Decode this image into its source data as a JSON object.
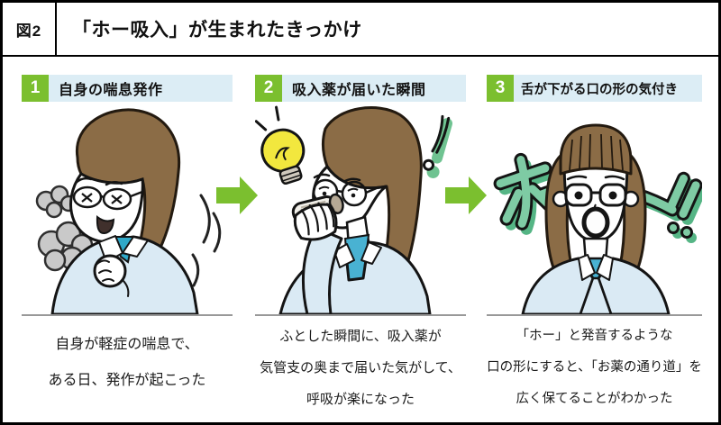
{
  "figure": {
    "label": "図2",
    "title": "「ホー吸入」が生まれたきっかけ"
  },
  "panels": [
    {
      "number": "1",
      "heading": "自身の喘息発作",
      "caption_lines": [
        "自身が軽症の喘息で、",
        "ある日、発作が起こった"
      ],
      "illustration": "woman-having-asthma-attack"
    },
    {
      "number": "2",
      "heading": "吸入薬が届いた瞬間",
      "caption_lines": [
        "ふとした瞬間に、吸入薬が",
        "気管支の奥まで届いた気がして、",
        "呼吸が楽になった"
      ],
      "illustration": "woman-using-inhaler"
    },
    {
      "number": "3",
      "heading": "舌が下がる口の形の気付き",
      "caption_lines": [
        "「ホー」と発音するような",
        "口の形にすると、「お薬の通り道」を",
        "広く保てることがわかった"
      ],
      "illustration": "woman-mouth-ho-shape",
      "sound_effect": "ホー!!"
    }
  ],
  "colors": {
    "accent_green": "#7bbf2f",
    "heading_bg_blue": "#dcedf5",
    "sound_effect_fill": "#7ecba4",
    "sound_effect_shadow": "#55b585",
    "hair_brown": "#8b6c46",
    "coat_blue": "#daeaf4",
    "shirt_teal": "#49b2d2",
    "smoke_gray": "#c9c9c9",
    "bulb_yellow": "#f2e73e"
  }
}
